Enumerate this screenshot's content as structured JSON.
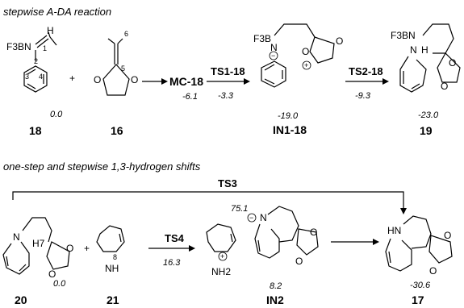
{
  "sections": {
    "top": "stepwise A-DA reaction",
    "bottom": "one-step and stepwise 1,3-hydrogen shifts"
  },
  "top_row": {
    "plus": "+",
    "compounds": [
      {
        "label": "18",
        "energy": "0.0"
      },
      {
        "label": "16",
        "energy": ""
      },
      {
        "label": "MC-18",
        "energy": "-6.1"
      },
      {
        "label": "IN1-18",
        "energy": "-19.0"
      },
      {
        "label": "19",
        "energy": "-23.0"
      }
    ],
    "transition_states": [
      {
        "label": "TS1-18",
        "energy": "-3.3"
      },
      {
        "label": "TS2-18",
        "energy": "-9.3"
      }
    ]
  },
  "bottom_row": {
    "plus": "+",
    "compounds": [
      {
        "label": "20",
        "energy": "0.0"
      },
      {
        "label": "21",
        "energy": ""
      },
      {
        "label": "IN2",
        "energy": "8.2"
      },
      {
        "label": "17",
        "energy": "-30.6"
      }
    ],
    "transition_states": [
      {
        "label": "TS3",
        "energy": "75.1"
      },
      {
        "label": "TS4",
        "energy": "16.3"
      }
    ]
  },
  "atoms": {
    "f3bn": "F3BN",
    "f3b": "F3B",
    "n": "N",
    "h": "H",
    "o": "O",
    "hn": "HN",
    "nh": "NH",
    "nh2": "NH2",
    "h7": "H7",
    "c1": "1",
    "c2": "2",
    "c3": "3",
    "c4": "4",
    "c5": "5",
    "c6": "6",
    "n8": "8",
    "minus": "−",
    "plus_charge": "+"
  }
}
